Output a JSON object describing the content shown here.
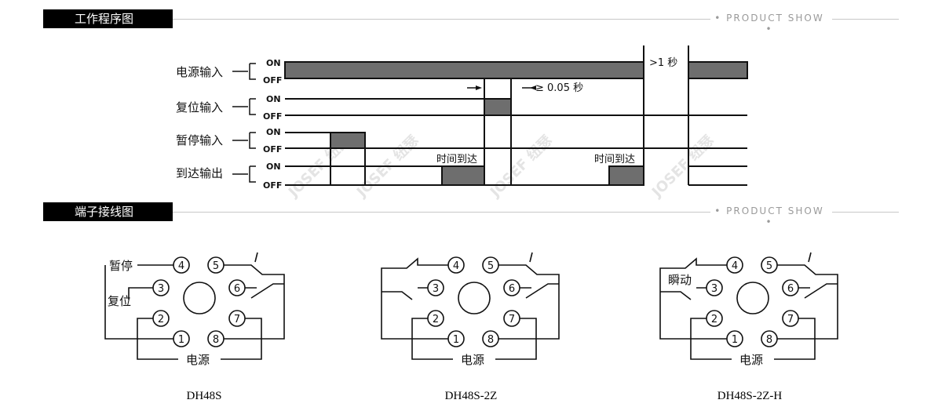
{
  "sections": [
    {
      "title": "工作程序图",
      "tagline": "• PRODUCT SHOW •"
    },
    {
      "title": "端子接线图",
      "tagline": "• PRODUCT SHOW •"
    }
  ],
  "timing": {
    "rows": [
      "电源输入",
      "复位输入",
      "暂停输入",
      "到达输出"
    ],
    "on": "ON",
    "off": "OFF",
    "time_reached": "时间到达",
    "min_pulse": "≥ 0.05 秒",
    "restart_gap": ">1 秒",
    "watermark": "JOSEF 纽瑟"
  },
  "wiring": {
    "pins": [
      "1",
      "2",
      "3",
      "4",
      "5",
      "6",
      "7",
      "8"
    ],
    "power": "电源",
    "pause": "暂停",
    "reset": "复位",
    "instant": "瞬动",
    "models": [
      "DH48S",
      "DH48S-2Z",
      "DH48S-2Z-H"
    ]
  },
  "colors": {
    "fill": "#6e6e6e",
    "line": "#111111"
  }
}
